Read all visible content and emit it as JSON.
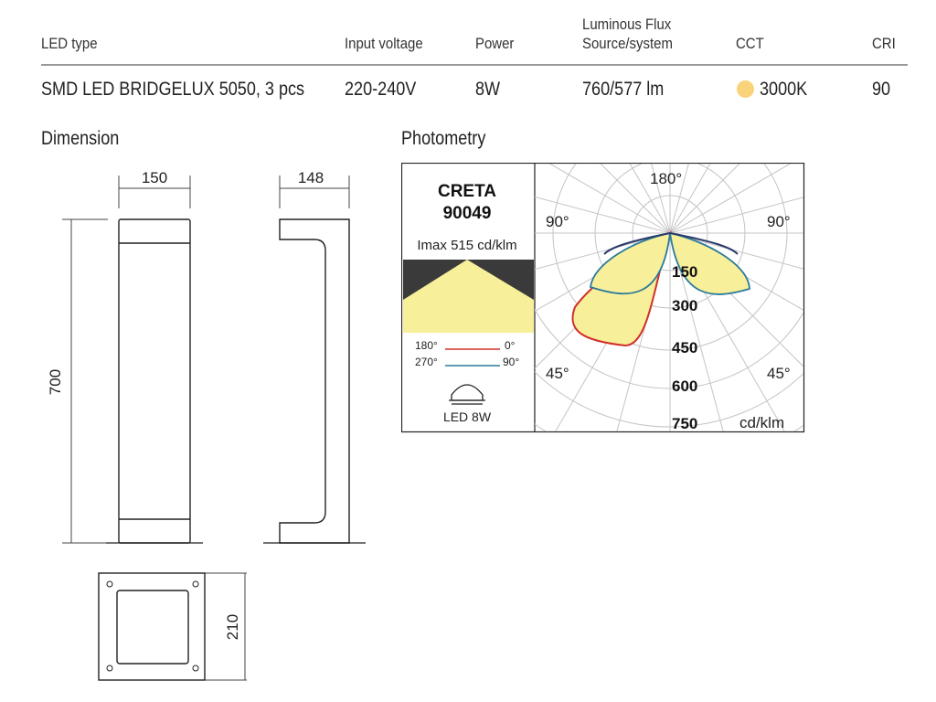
{
  "spec_table": {
    "headers": {
      "led_type": "LED type",
      "input_voltage": "Input voltage",
      "power": "Power",
      "flux_line1": "Luminous Flux",
      "flux_line2": "Source/system",
      "cct": "CCT",
      "cri": "CRI"
    },
    "row": {
      "led_type": "SMD LED BRIDGELUX 5050, 3 pcs",
      "input_voltage": "220-240V",
      "power": "8W",
      "flux": "760/577 lm",
      "cct": "3000K",
      "cri": "90"
    },
    "cct_color": "#f9d37a"
  },
  "dimension": {
    "title": "Dimension",
    "front_width": "150",
    "side_width": "148",
    "height": "700",
    "base_size": "210"
  },
  "photometry": {
    "title": "Photometry",
    "product_name": "CRETA",
    "product_code": "90049",
    "imax": "Imax 515 cd/klm",
    "legend": {
      "red_left": "180°",
      "red_right": "0°",
      "blue_left": "270°",
      "blue_right": "90°",
      "red_color": "#d0302a",
      "blue_color": "#2a7a9a"
    },
    "lamp_label": "LED 8W",
    "polar": {
      "angle_labels": {
        "top": "180°",
        "left_upper": "90°",
        "right_upper": "90°",
        "left_lower": "45°",
        "right_lower": "45°"
      },
      "radial_labels": [
        "150",
        "300",
        "450",
        "600",
        "750"
      ],
      "unit": "cd/klm",
      "fill_color": "#f7ef9a"
    }
  }
}
